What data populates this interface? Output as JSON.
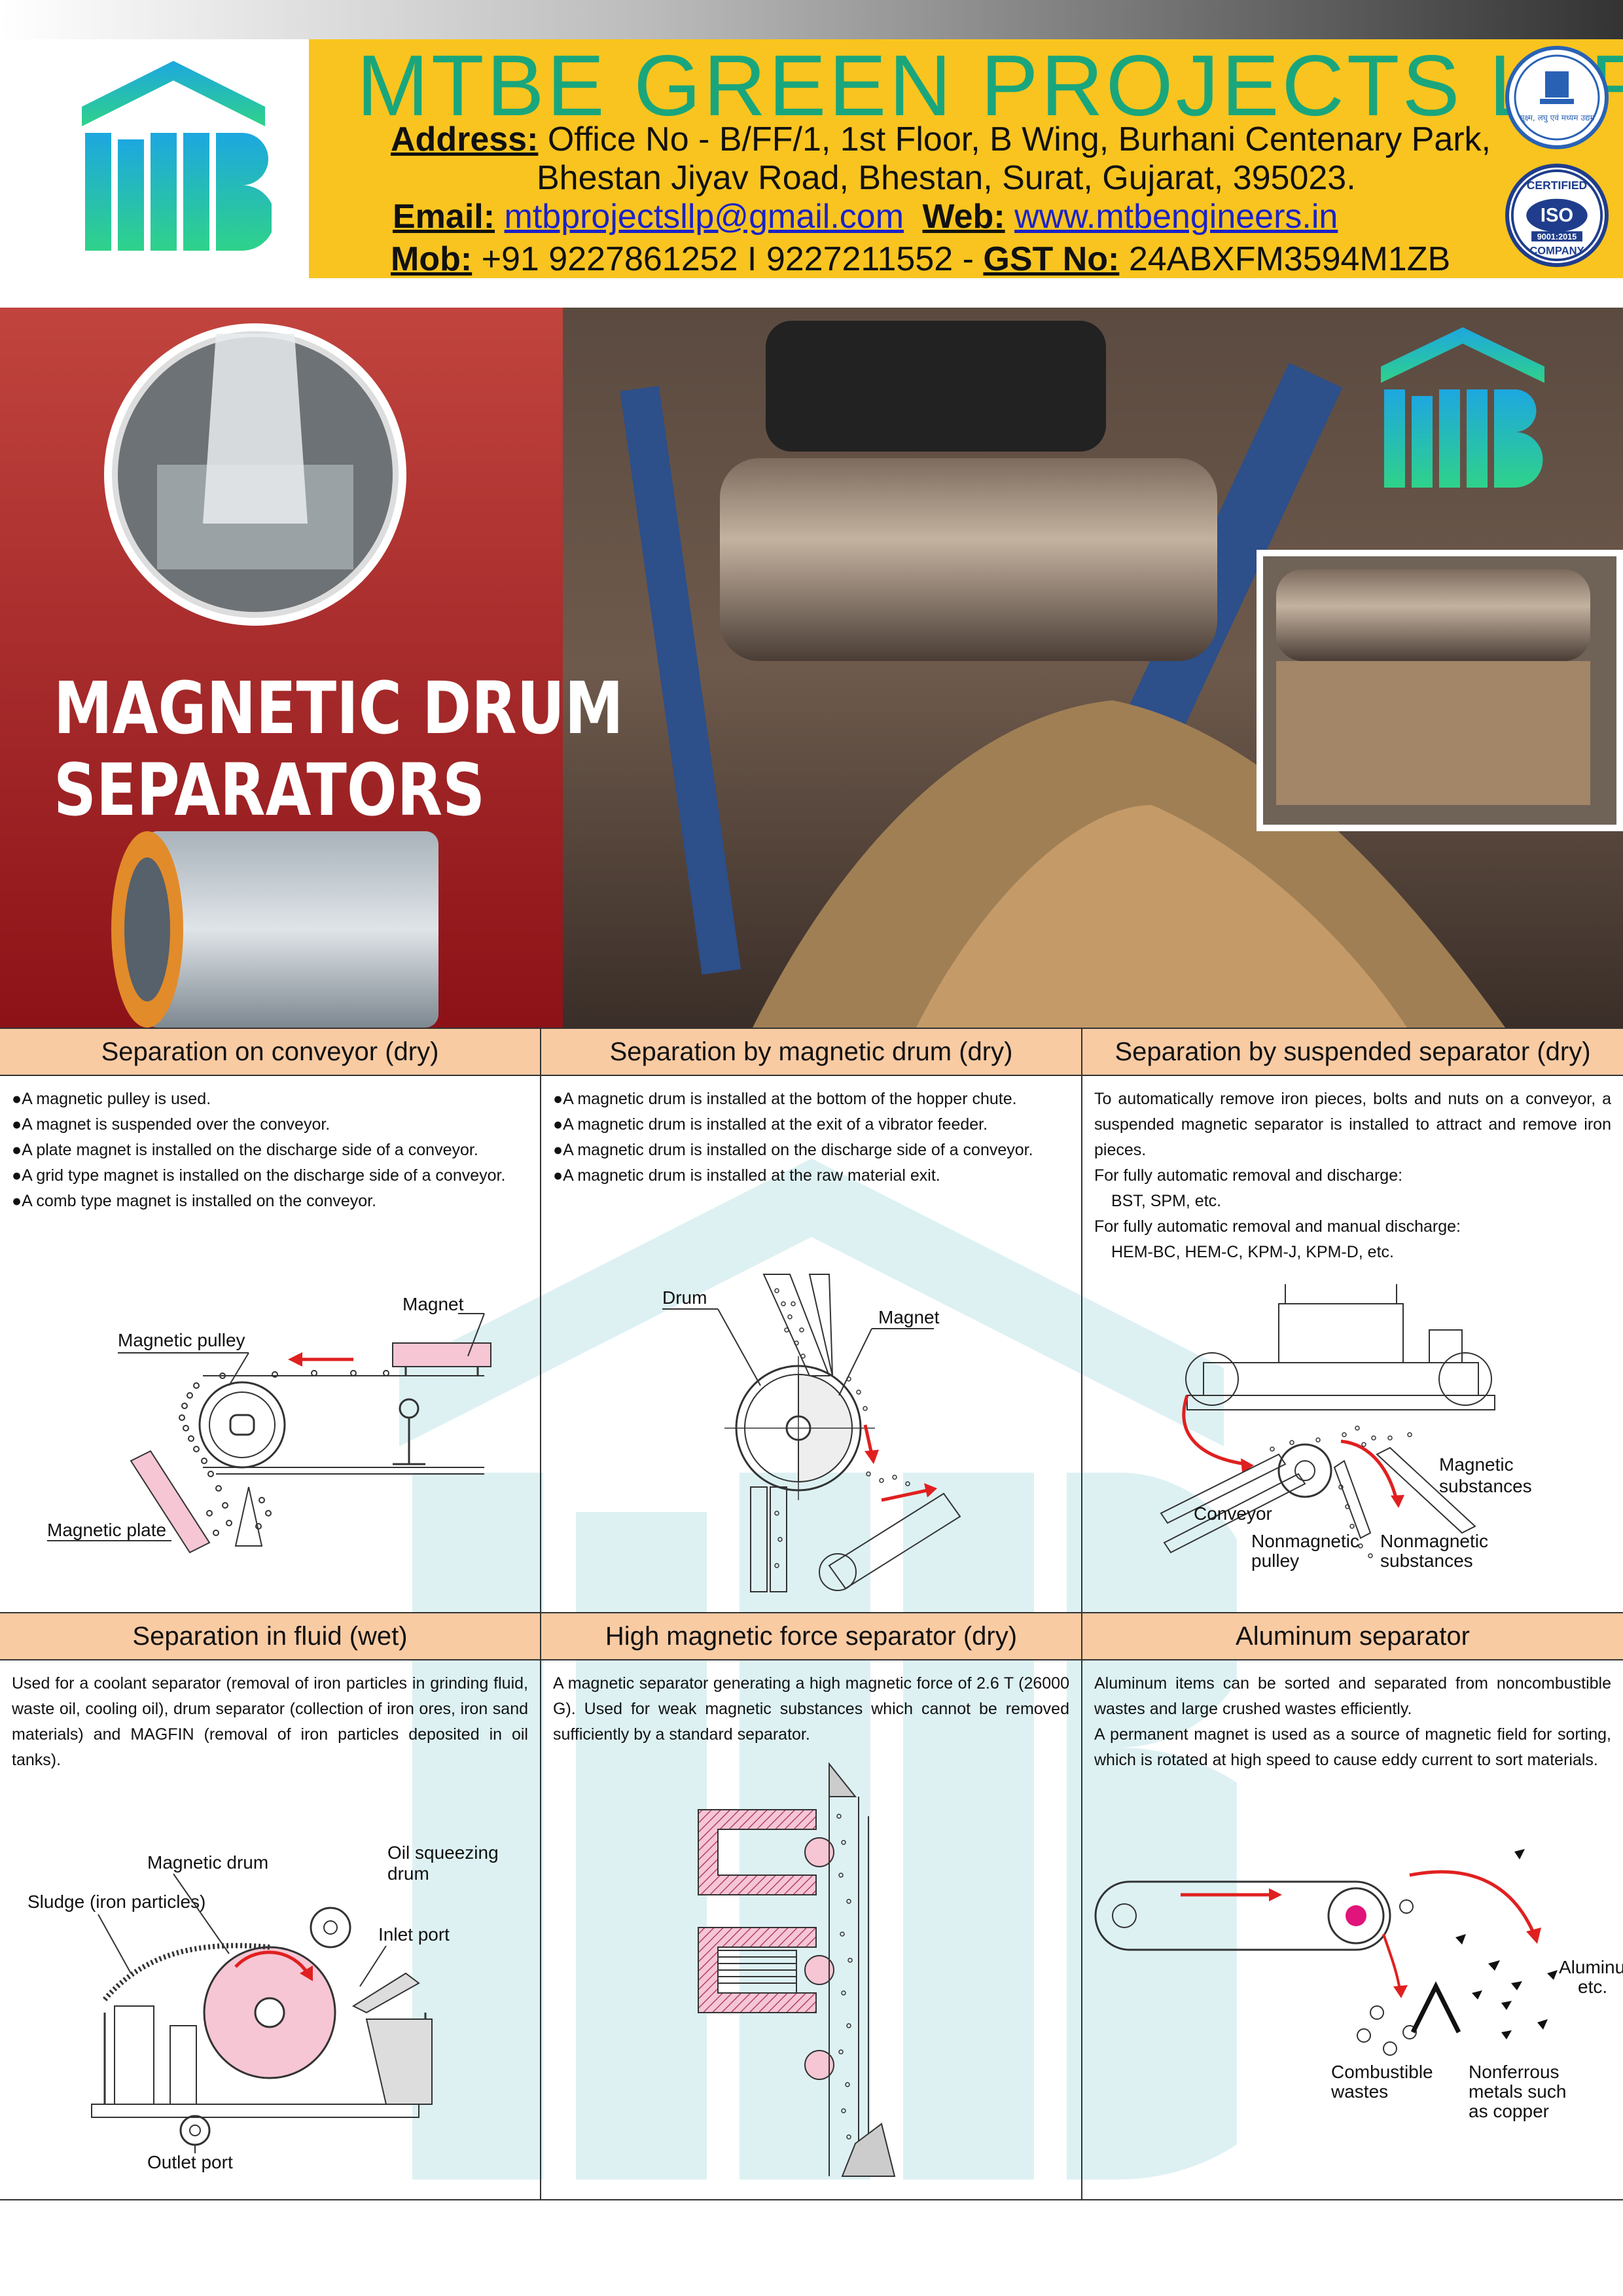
{
  "header": {
    "company": "MTBE GREEN PROJECTS LLP",
    "address_label": "Address:",
    "address_line1": "Office No - B/FF/1, 1st Floor, B Wing, Burhani Centenary Park,",
    "address_line2": "Bhestan Jiyav Road, Bhestan, Surat, Gujarat, 395023.",
    "email_label": "Email:",
    "email": "mtbprojectsllp@gmail.com",
    "web_label": "Web:",
    "web": "www.mtbengineers.in",
    "mob_label": "Mob:",
    "mob": "+91 9227861252  I  9227211552  -",
    "gst_label": "GST No:",
    "gst": "24ABXFM3594M1ZB",
    "iso_top": "CERTIFIED",
    "iso_mid": "ISO",
    "iso_num": "9001:2015",
    "iso_bottom": "COMPANY",
    "msme_text": "सूक्ष्म, लघु एवं मध्यम उद्यम"
  },
  "hero": {
    "title_line1": "MAGNETIC DRUM",
    "title_line2": "SEPARATORS"
  },
  "panels": [
    {
      "title": "Separation on conveyor (dry)",
      "bullets": [
        "A magnetic pulley is used.",
        "A magnet is suspended over the conveyor.",
        "A plate magnet is installed on the discharge side of a conveyor.",
        "A grid type magnet is installed on the discharge side of a conveyor.",
        "A comb type magnet is installed on the conveyor."
      ],
      "labels": {
        "magnet": "Magnet",
        "pulley": "Magnetic pulley",
        "plate": "Magnetic plate"
      }
    },
    {
      "title": "Separation by magnetic drum (dry)",
      "bullets": [
        "A magnetic drum is installed at the bottom of the hopper chute.",
        "A magnetic drum is installed at the exit of a vibrator feeder.",
        "A magnetic drum is installed on the discharge side of a conveyor.",
        "A magnetic drum is installed at the raw material exit."
      ],
      "labels": {
        "drum": "Drum",
        "magnet": "Magnet"
      }
    },
    {
      "title": "Separation by suspended separator (dry)",
      "text": [
        "To automatically remove iron pieces, bolts and nuts on a conveyor, a suspended magnetic separator is installed to attract and remove iron pieces.",
        "For fully automatic removal and discharge:",
        "BST, SPM, etc.",
        "For fully automatic removal and manual discharge:",
        "HEM-BC, HEM-C, KPM-J, KPM-D, etc."
      ],
      "labels": {
        "magnetic1": "Magnetic",
        "magnetic2": "substances",
        "conveyor": "Conveyor",
        "nonpulley1": "Nonmagnetic",
        "nonpulley2": "pulley",
        "nonsub1": "Nonmagnetic",
        "nonsub2": "substances"
      }
    },
    {
      "title": "Separation in fluid (wet)",
      "text": [
        "Used for a coolant separator (removal of iron particles in grinding fluid, waste oil, cooling oil), drum separator (collection of iron ores, iron sand materials) and MAGFIN (removal of iron particles deposited in oil tanks)."
      ],
      "labels": {
        "drum": "Magnetic drum",
        "oil1": "Oil squeezing",
        "oil2": "drum",
        "sludge": "Sludge (iron particles)",
        "inlet": "Inlet port",
        "outlet": "Outlet port"
      }
    },
    {
      "title": "High magnetic force separator (dry)",
      "text": [
        "A magnetic separator generating a high magnetic force of 2.6 T (26000 G).  Used for weak magnetic substances which cannot be removed sufficiently by a standard separator."
      ]
    },
    {
      "title": "Aluminum separator",
      "text": [
        "Aluminum items can be sorted and separated from noncombustible wastes and large crushed wastes efficiently.",
        "A permanent magnet is used as a source of magnetic field for sorting, which is rotated at high speed to cause eddy current to sort materials."
      ],
      "labels": {
        "alum1": "Aluminum,",
        "alum2": "etc.",
        "comb1": "Combustible",
        "comb2": "wastes",
        "nonf1": "Nonferrous",
        "nonf2": "metals such",
        "nonf3": "as copper"
      }
    }
  ],
  "colors": {
    "brand_green": "#1aa67c",
    "band_yellow": "#f9c41f",
    "panel_head": "#f9cba3",
    "red_arrow": "#e02020",
    "hero_red": "#9e1c20"
  }
}
